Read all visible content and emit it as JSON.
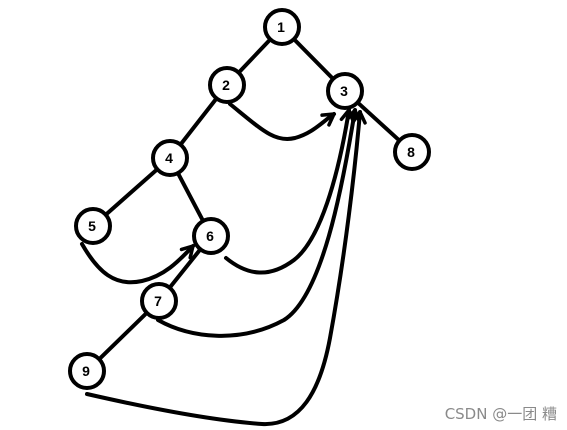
{
  "diagram": {
    "nodes": [
      {
        "id": "1",
        "label": "1"
      },
      {
        "id": "2",
        "label": "2"
      },
      {
        "id": "3",
        "label": "3"
      },
      {
        "id": "4",
        "label": "4"
      },
      {
        "id": "5",
        "label": "5"
      },
      {
        "id": "6",
        "label": "6"
      },
      {
        "id": "7",
        "label": "7"
      },
      {
        "id": "8",
        "label": "8"
      },
      {
        "id": "9",
        "label": "9"
      }
    ],
    "tree_edges": [
      {
        "from": "1",
        "to": "2"
      },
      {
        "from": "1",
        "to": "3"
      },
      {
        "from": "2",
        "to": "4"
      },
      {
        "from": "3",
        "to": "8"
      },
      {
        "from": "4",
        "to": "5"
      },
      {
        "from": "4",
        "to": "6"
      },
      {
        "from": "6",
        "to": "7"
      },
      {
        "from": "7",
        "to": "9"
      }
    ],
    "thread_arrows": [
      {
        "from": "2",
        "to": "3"
      },
      {
        "from": "5",
        "to": "6"
      },
      {
        "from": "6",
        "to": "3"
      },
      {
        "from": "7",
        "to": "3"
      },
      {
        "from": "9",
        "to": "3"
      }
    ]
  },
  "watermark": {
    "text": "CSDN @一团 糟"
  },
  "colors": {
    "stroke": "#000000",
    "background": "#ffffff",
    "watermark": "#8a8a8a"
  }
}
